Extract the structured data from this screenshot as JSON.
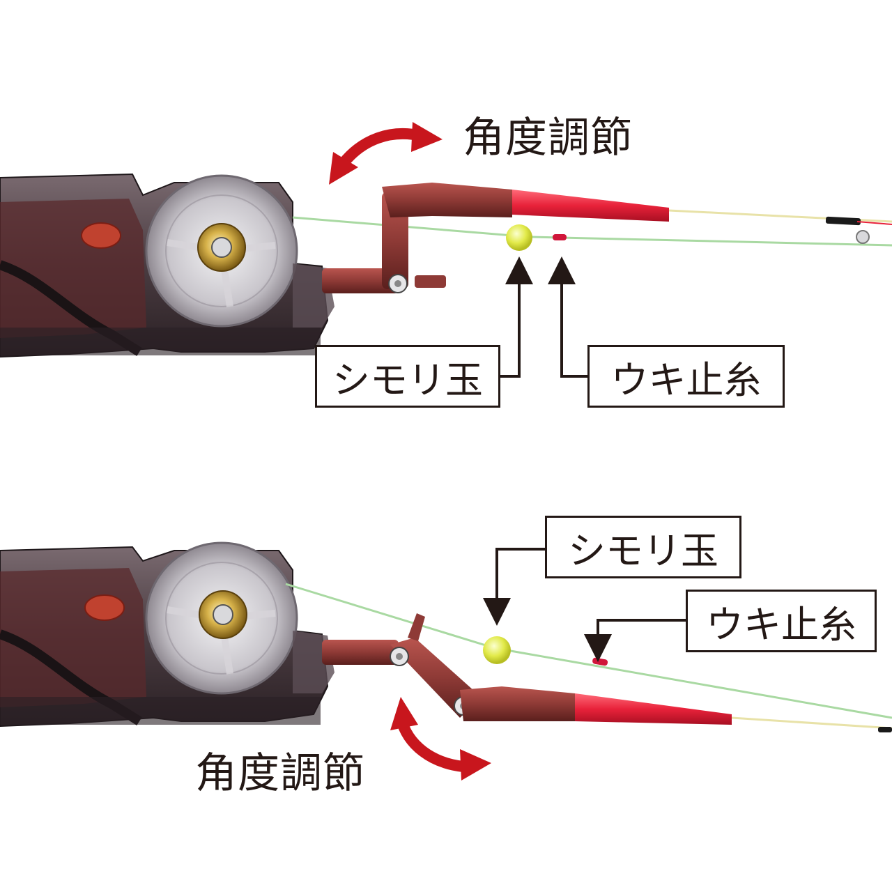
{
  "colors": {
    "arrow_red": "#c8161d",
    "leader_black": "#231815",
    "housing_dark": "#3a2f33",
    "housing_maroon": "#6b2a2c",
    "arm_maroon": "#8e3a36",
    "rod_red": "#e8223a",
    "line_green": "#a9d9a2",
    "bead_yellow": "#e9f05a",
    "stopper_red": "#d0163a"
  },
  "top_panel": {
    "angle_label": "角度調節",
    "bead_label": "シモリ玉",
    "stopper_label": "ウキ止糸"
  },
  "bottom_panel": {
    "angle_label": "角度調節",
    "bead_label": "シモリ玉",
    "stopper_label": "ウキ止糸"
  },
  "icons": {
    "angle_arrow": "curved-double-arrow-icon",
    "leader_arrow": "pointer-arrow-icon"
  }
}
